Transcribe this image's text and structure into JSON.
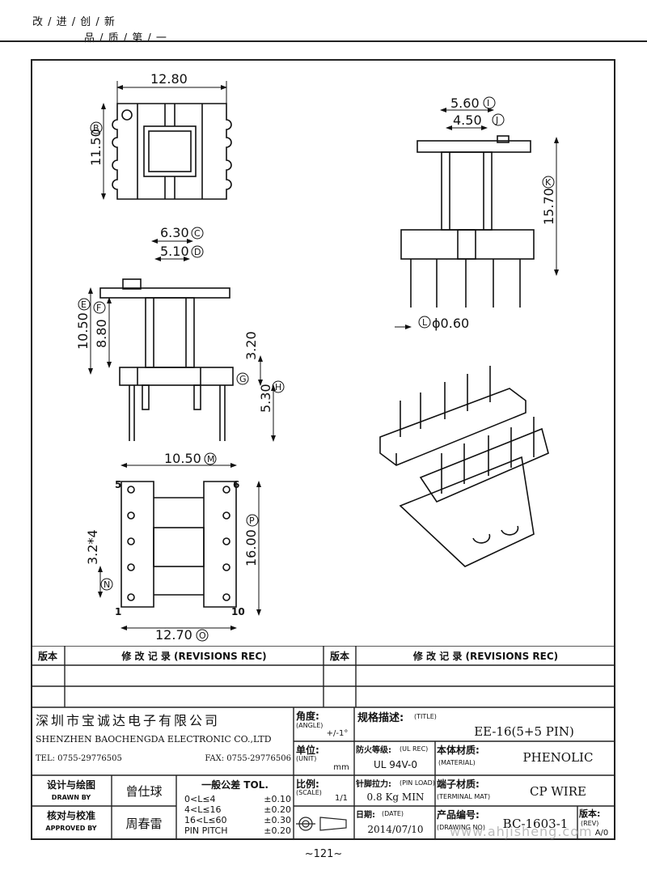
{
  "slogan": {
    "line1": "改 / 进 / 创 / 新",
    "line2": "品 / 质 / 第 / 一"
  },
  "dims": {
    "top_width": "12.80",
    "top_height": "11.50",
    "label_b": "B",
    "w_c": "6.30",
    "label_c": "C",
    "w_d": "5.10",
    "label_d": "D",
    "h_e": "10.50",
    "label_e": "E",
    "h_f": "8.80",
    "label_f": "F",
    "h_g": "3.20",
    "label_g": "G",
    "h_h": "5.30",
    "label_h": "H",
    "w_i": "5.60",
    "label_i": "I",
    "w_j": "4.50",
    "label_j": "J",
    "h_k": "15.70",
    "label_k": "K",
    "pin_l": "ϕ0.60",
    "label_l": "L",
    "w_m": "10.50",
    "label_m": "M",
    "h_p": "16.00",
    "label_p": "P",
    "w_o": "12.70",
    "label_o": "O",
    "pitch": "3.2*4",
    "label_n": "N",
    "pin5": "5",
    "pin6": "6",
    "pin1": "1",
    "pin10": "10"
  },
  "titleblock": {
    "rev_label": "版本",
    "rev_rec": "修 改 记 录  (REVISIONS REC)",
    "company_cn": "深圳市宝诚达电子有限公司",
    "company_en": "SHENZHEN BAOCHENGDA ELECTRONIC CO.,LTD",
    "tel": "TEL: 0755-29776505",
    "fax": "FAX: 0755-29776506",
    "angle_cn": "角度:",
    "angle_en": "(ANGLE)",
    "angle_val": "+/-1°",
    "unit_cn": "单位:",
    "unit_en": "(UNIT)",
    "unit_val": "mm",
    "scale_cn": "比例:",
    "scale_en": "(SCALE)",
    "scale_val": "1/1",
    "title_cn": "规格描述:",
    "title_en": "(TITLE)",
    "title_val": "EE-16(5+5 PIN)",
    "ul_cn": "防火等级:",
    "ul_en": "(UL REC)",
    "ul_val": "UL 94V-0",
    "mat_cn": "本体材质:",
    "mat_en": "(MATERIAL)",
    "mat_val": "PHENOLIC",
    "load_cn": "针脚拉力:",
    "load_en": "(PIN LOAD)",
    "load_val": "0.8 Kg MIN",
    "term_cn": "端子材质:",
    "term_en": "(TERMINAL MAT)",
    "term_val": "CP WIRE",
    "date_cn": "日期:",
    "date_en": "(DATE)",
    "date_val": "2014/07/10",
    "dwg_cn": "产品编号:",
    "dwg_en": "(DRAWING NO)",
    "dwg_val": "BC-1603-1",
    "rev_cn": "版本:",
    "rev_en": "(REV)",
    "rev_val": "A/0",
    "drawn_cn": "设计与绘图",
    "drawn_en": "DRAWN BY",
    "drawn_val": "曾仕球",
    "appr_cn": "核对与校准",
    "appr_en": "APPROVED BY",
    "appr_val": "周春雷",
    "tol_title": "一般公差 TOL.",
    "tol": [
      {
        "range": "0<L≤4",
        "val": "±0.10"
      },
      {
        "range": "4<L≤16",
        "val": "±0.20"
      },
      {
        "range": "16<L≤60",
        "val": "±0.30"
      },
      {
        "range": "PIN PITCH",
        "val": "±0.20"
      }
    ]
  },
  "page_num": "~121~",
  "watermark": "www.ahjisheng.com"
}
